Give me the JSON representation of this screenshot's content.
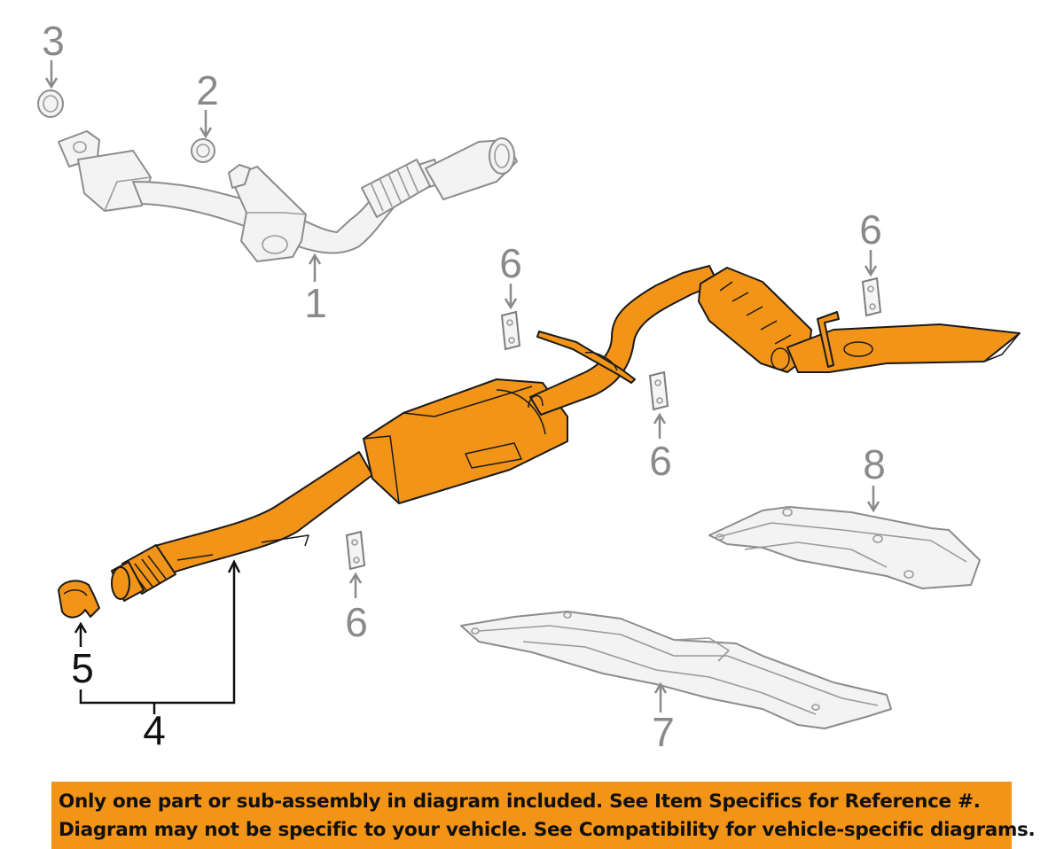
{
  "callouts": {
    "part_1": "1",
    "part_2": "2",
    "part_3": "3",
    "part_4": "4",
    "part_5": "5",
    "part_6": "6",
    "part_7": "7",
    "part_8": "8"
  },
  "disclaimer": {
    "line1": "Only one part or sub-assembly in diagram included. See Item Specifics for Reference #.",
    "line2": "Diagram may not be specific to your vehicle. See Compatibility for vehicle-specific diagrams."
  },
  "colors": {
    "highlight": "#f29418",
    "line_art": "#8c8c8c",
    "callout_text": "#8a8a8a"
  }
}
